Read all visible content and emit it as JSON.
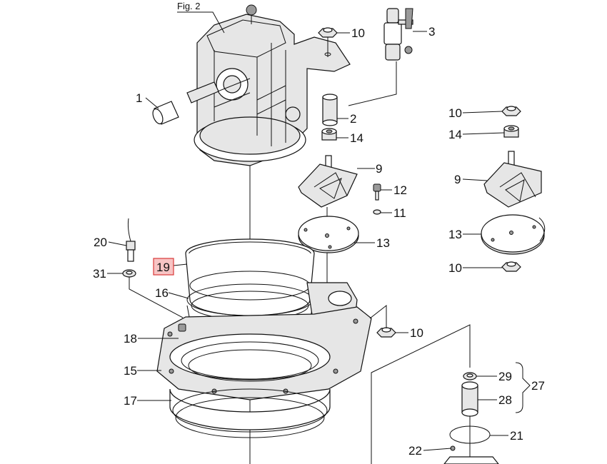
{
  "figure_label": "Fig. 2",
  "callouts": {
    "c1": "1",
    "c2": "2",
    "c3": "3",
    "c9a": "9",
    "c9b": "9",
    "c10a": "10",
    "c10b": "10",
    "c10c": "10",
    "c10d": "10",
    "c11": "11",
    "c12": "12",
    "c13a": "13",
    "c13b": "13",
    "c14a": "14",
    "c14b": "14",
    "c15": "15",
    "c16": "16",
    "c17": "17",
    "c18": "18",
    "c19": "19",
    "c20": "20",
    "c21": "21",
    "c22": "22",
    "c27": "27",
    "c28": "28",
    "c29": "29",
    "c31": "31"
  },
  "highlight": {
    "part": "19",
    "color": "#f7c4c4",
    "border": "#d93a3a"
  }
}
